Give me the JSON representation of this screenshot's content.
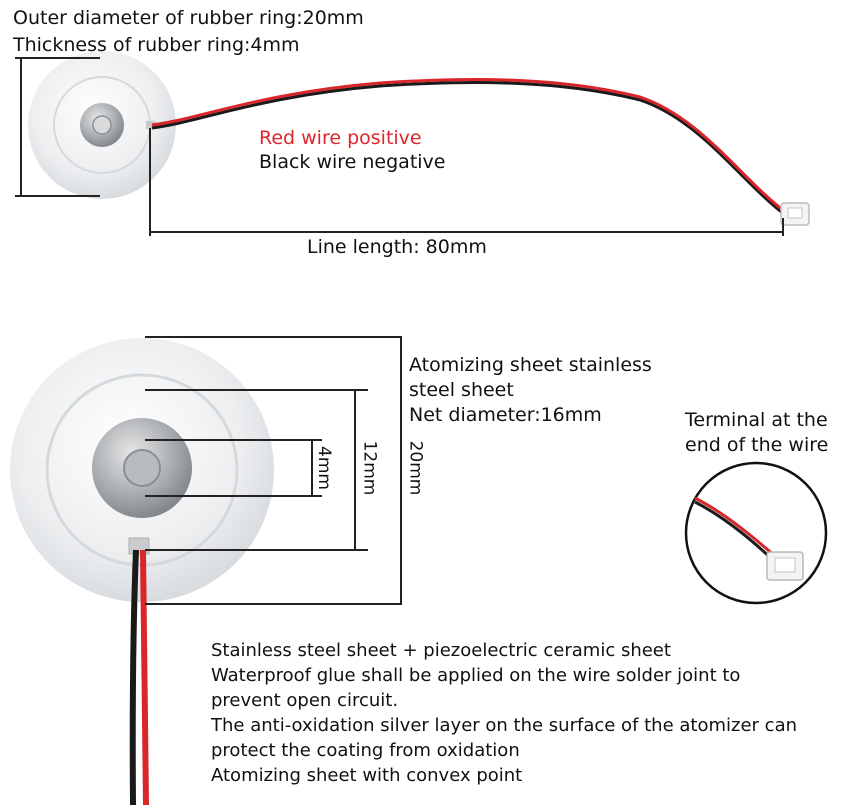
{
  "top_specs": {
    "outer_diameter": "Outer diameter of rubber ring:20mm",
    "thickness": "Thickness of rubber ring:4mm"
  },
  "wires": {
    "red": "Red wire positive",
    "black": "Black wire negative"
  },
  "line_length": "Line length: 80mm",
  "sheet_desc": {
    "line1": "Atomizing sheet stainless",
    "line2": "steel sheet",
    "line3": "Net diameter:16mm"
  },
  "dimensions": {
    "inner": "4mm",
    "middle": "12mm",
    "outer": "20mm"
  },
  "terminal": {
    "line1": "Terminal at the",
    "line2": "end of the wire"
  },
  "notes": [
    "Stainless steel sheet + piezoelectric ceramic sheet",
    "Waterproof glue shall be applied on the wire solder joint to",
    "prevent open circuit.",
    "The anti-oxidation silver layer on the surface of the atomizer can",
    "protect the coating from oxidation",
    "Atomizing sheet with convex point"
  ],
  "colors": {
    "wire_red": "#d8262b",
    "wire_black": "#1a1a1a",
    "disc": "#eceef0",
    "metal": "#a9acaf"
  }
}
